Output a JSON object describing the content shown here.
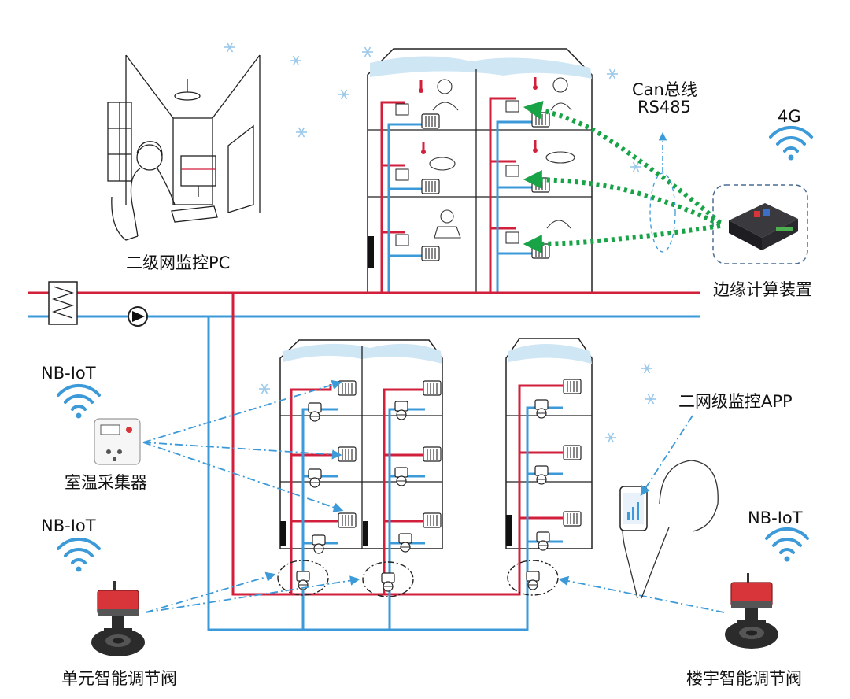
{
  "labels": {
    "pc_monitor": "二级网监控PC",
    "bus": "Can总线",
    "bus_sub": "RS485",
    "net_4g": "4G",
    "edge_device": "边缘计算装置",
    "nbiot_left_top": "NB-IoT",
    "room_temp_collector": "室温采集器",
    "app_monitor": "二网级监控APP",
    "nbiot_left_bottom": "NB-IoT",
    "nbiot_right": "NB-IoT",
    "unit_valve": "单元智能调节阀",
    "building_valve": "楼宇智能调节阀"
  },
  "icons": [
    "wifi-icon",
    "snowflake-icon",
    "thermometer-icon",
    "pump-icon",
    "heat-exchanger-icon",
    "valve-icon",
    "radiator-icon",
    "phone-icon"
  ],
  "colors": {
    "supply_pipe": "#d21f3c",
    "return_pipe": "#3d9ad8",
    "signal_green": "#19a347",
    "signal_blue": "#3d9ad8",
    "edge_device_body": "#26262a",
    "actuator_red": "#d8353a",
    "roof_ice": "#cfe6f5"
  }
}
